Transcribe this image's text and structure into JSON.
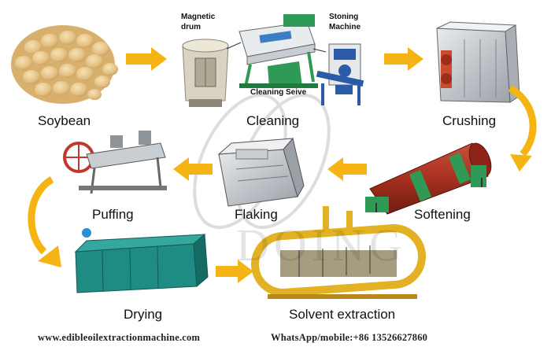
{
  "diagram": {
    "steps": {
      "soybean": "Soybean",
      "cleaning": "Cleaning",
      "crushing": "Crushing",
      "softening": "Softening",
      "flaking": "Flaking",
      "puffing": "Puffing",
      "drying": "Drying",
      "solvent_extraction": "Solvent extraction"
    },
    "cleaning_parts": {
      "magnetic_drum": "Magnetic\ndrum",
      "stoning_machine": "Stoning\nMachine",
      "cleaning_sieve": "Cleaning Seive"
    },
    "watermark": "DOING",
    "footer": {
      "website": "www.edibleoilextractionmachine.com",
      "contact": "WhatsApp/mobile:+86 13526627860"
    },
    "colors": {
      "arrow": "#F5B414",
      "machine_green": "#2E9A55",
      "machine_grey": "#B8BEC4",
      "softener_red": "#B23A2A",
      "dryer_teal": "#1F8C84",
      "extractor_yellow": "#E2B224",
      "soybean": "#E6C489"
    }
  }
}
